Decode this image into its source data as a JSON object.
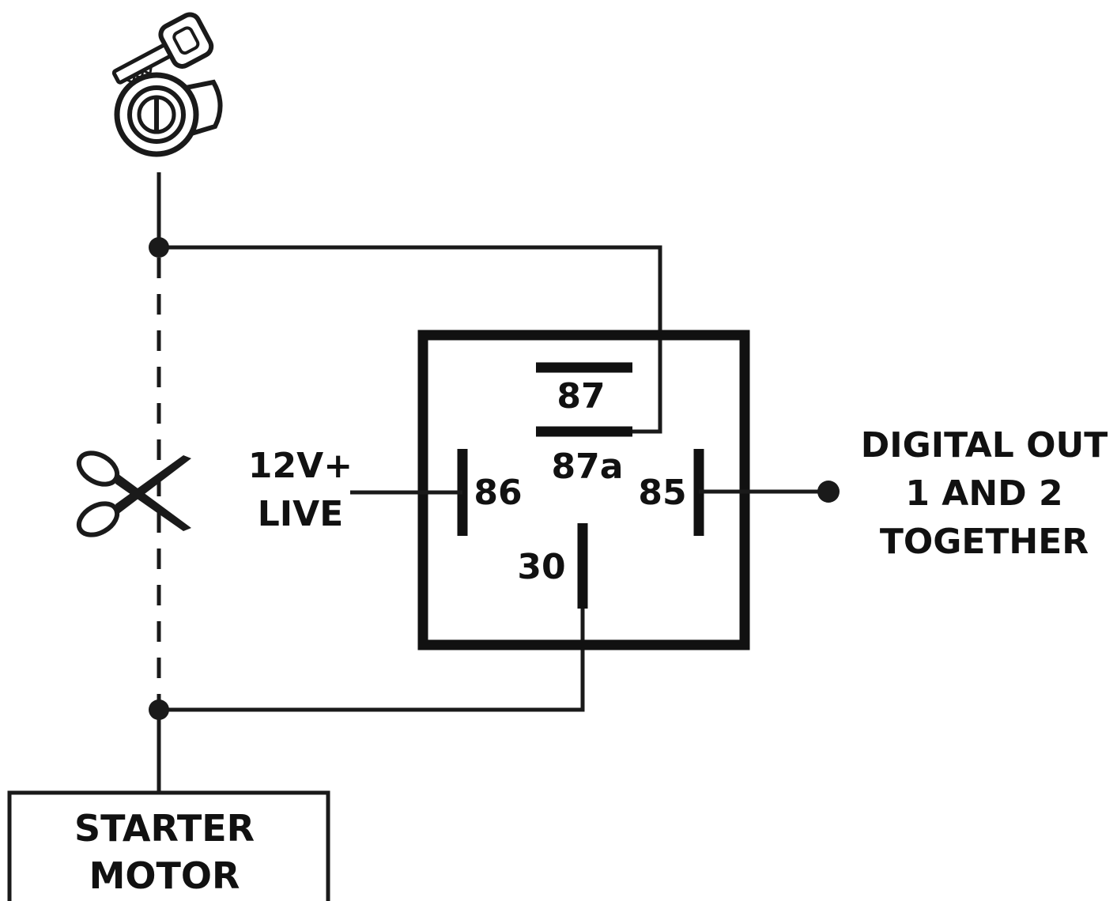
{
  "labels": {
    "pin_87": "87",
    "pin_87a": "87a",
    "pin_86": "86",
    "pin_85": "85",
    "pin_30": "30",
    "live_line1": "12V+",
    "live_line2": "LIVE",
    "digital_line1": "DIGITAL OUT",
    "digital_line2": "1 AND 2",
    "digital_line3": "TOGETHER",
    "starter_line1": "STARTER",
    "starter_line2": "MOTOR"
  },
  "colors": {
    "line": "#1a1a1a",
    "text": "#111111",
    "background": "#ffffff"
  },
  "icons": {
    "ignition": "ignition-key-icon",
    "cut": "scissors-icon"
  }
}
